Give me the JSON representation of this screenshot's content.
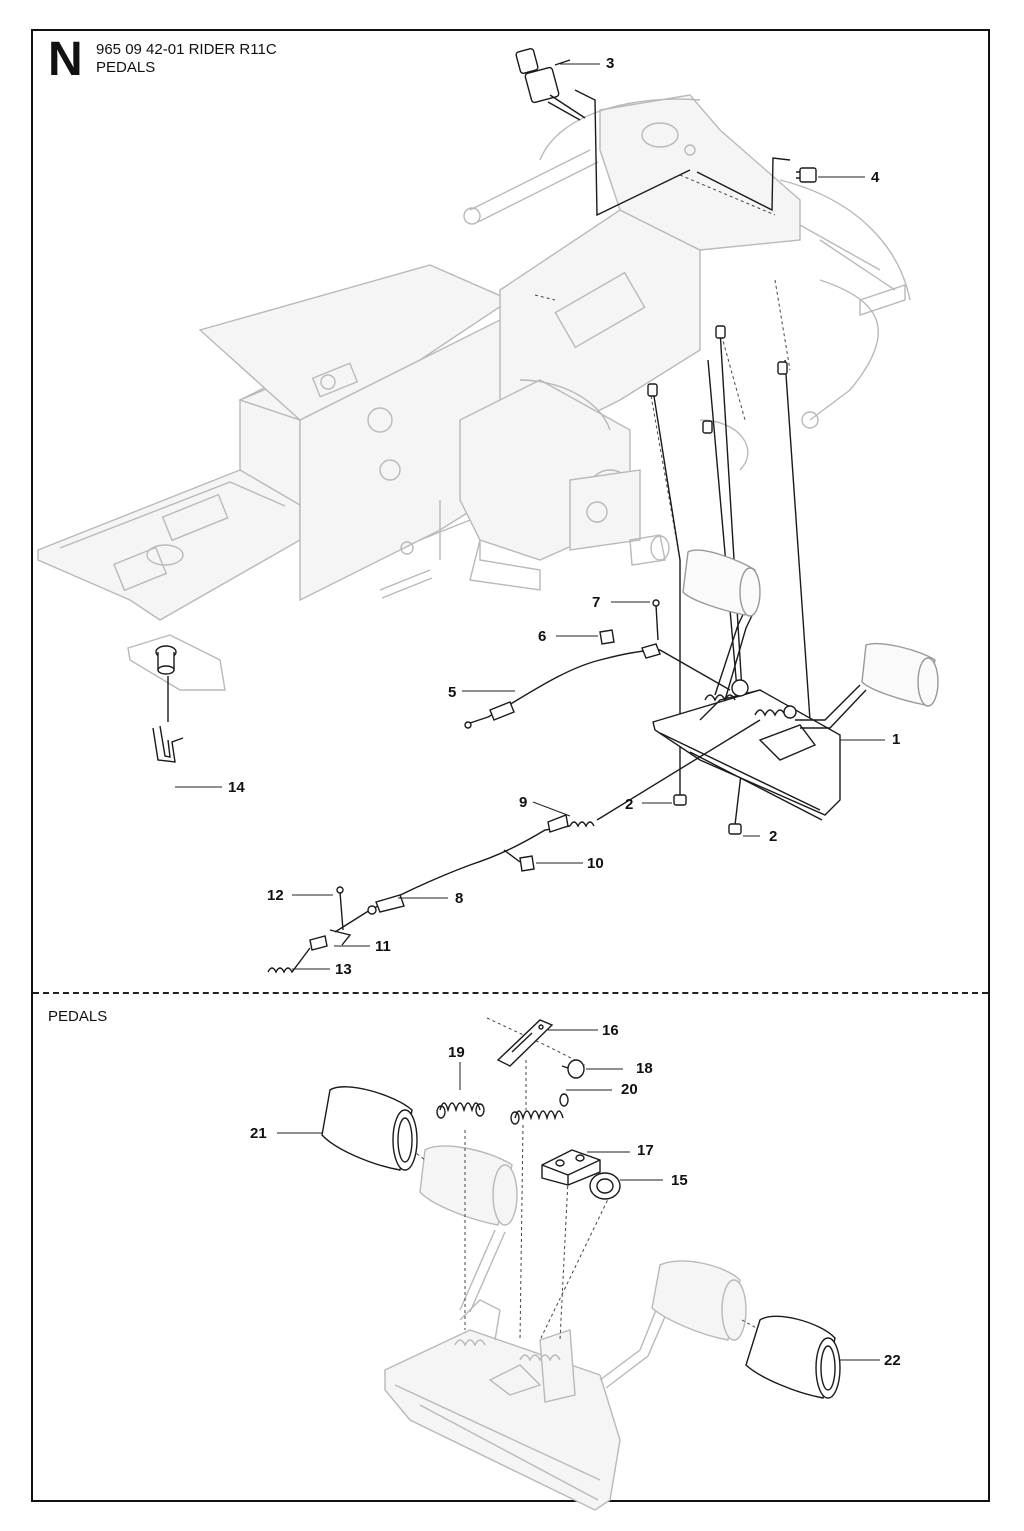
{
  "header": {
    "section_letter": "N",
    "line1": "965 09 42-01 RIDER R11C",
    "line2": "PEDALS"
  },
  "lower_section": {
    "title": "PEDALS"
  },
  "callouts": [
    {
      "id": "c1",
      "label": "1"
    },
    {
      "id": "c2a",
      "label": "2"
    },
    {
      "id": "c2b",
      "label": "2"
    },
    {
      "id": "c3",
      "label": "3"
    },
    {
      "id": "c4",
      "label": "4"
    },
    {
      "id": "c5",
      "label": "5"
    },
    {
      "id": "c6",
      "label": "6"
    },
    {
      "id": "c7",
      "label": "7"
    },
    {
      "id": "c8",
      "label": "8"
    },
    {
      "id": "c9",
      "label": "9"
    },
    {
      "id": "c10",
      "label": "10"
    },
    {
      "id": "c11",
      "label": "11"
    },
    {
      "id": "c12",
      "label": "12"
    },
    {
      "id": "c13",
      "label": "13"
    },
    {
      "id": "c14",
      "label": "14"
    },
    {
      "id": "c15",
      "label": "15"
    },
    {
      "id": "c16",
      "label": "16"
    },
    {
      "id": "c17",
      "label": "17"
    },
    {
      "id": "c18",
      "label": "18"
    },
    {
      "id": "c19",
      "label": "19"
    },
    {
      "id": "c20",
      "label": "20"
    },
    {
      "id": "c21",
      "label": "21"
    },
    {
      "id": "c22",
      "label": "22"
    }
  ]
}
